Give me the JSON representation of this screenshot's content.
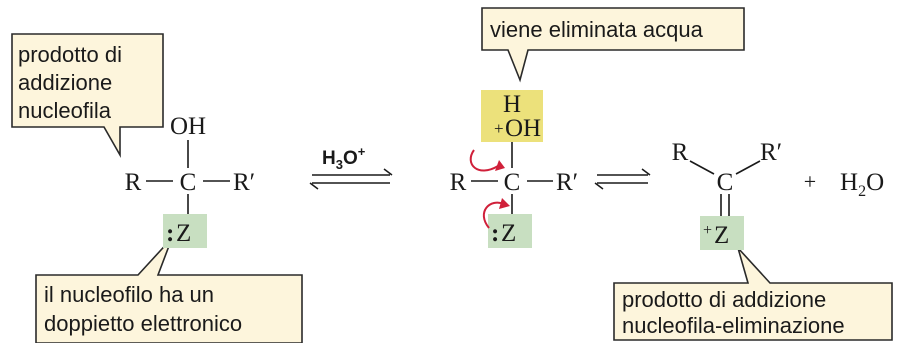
{
  "callouts": {
    "nucleophilic_addition": [
      "prodotto di",
      "addizione",
      "nucleofila"
    ],
    "water_eliminated": "viene eliminata acqua",
    "electron_pair": [
      "il nucleofilo ha un",
      "doppietto elettronico"
    ],
    "addition_elimination": [
      "prodotto di addizione",
      "nucleofila-eliminazione"
    ]
  },
  "reagent": {
    "catalyst_main": "H",
    "catalyst_sub": "3",
    "catalyst_tail": "O",
    "catalyst_sup": "+"
  },
  "molecule1": {
    "top": "OH",
    "left": "R",
    "center": "C",
    "right": "R′",
    "bottom_dots": ":",
    "bottom": "Z"
  },
  "molecule2": {
    "top_h": "H",
    "top_charge": "+",
    "top_oh": "OH",
    "left": "R",
    "center": "C",
    "right": "R′",
    "bottom_dots": ":",
    "bottom": "Z"
  },
  "product": {
    "left": "R",
    "right": "R′",
    "center": "C",
    "bottom_charge": "+",
    "bottom": "Z",
    "plus": "+",
    "water_main": "H",
    "water_sub": "2",
    "water_tail": "O"
  },
  "colors": {
    "callout_fill": "#fdf5dc",
    "highlight_green": "#c8dfc1",
    "highlight_yellow": "#ece17b",
    "curved_arrow": "#d0203a"
  }
}
